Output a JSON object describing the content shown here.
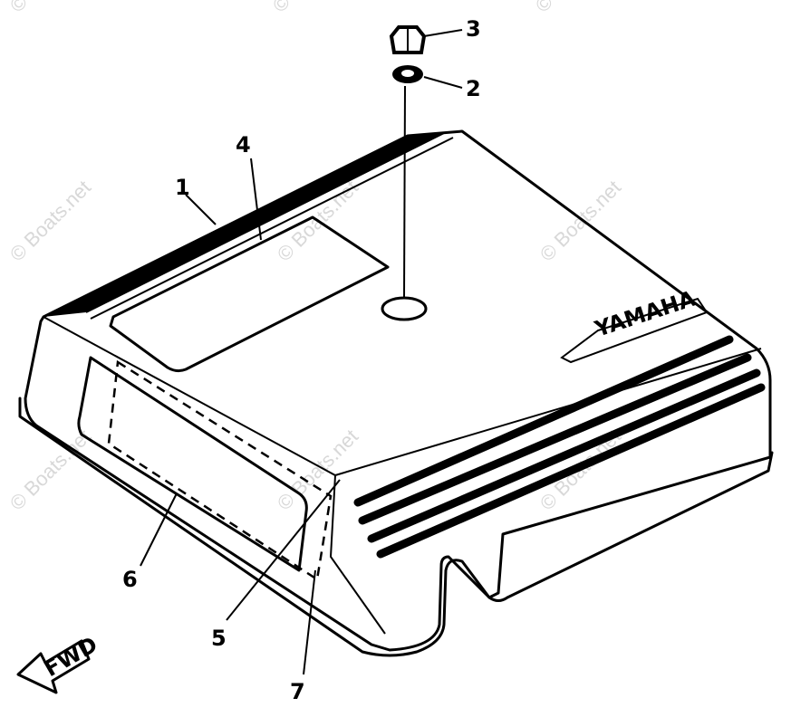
{
  "diagram": {
    "callouts": [
      "1",
      "2",
      "3",
      "4",
      "5",
      "6",
      "7"
    ],
    "brand_mark": "YAMAHA",
    "direction_arrow": "FWD",
    "watermark": "© Boats.net"
  }
}
